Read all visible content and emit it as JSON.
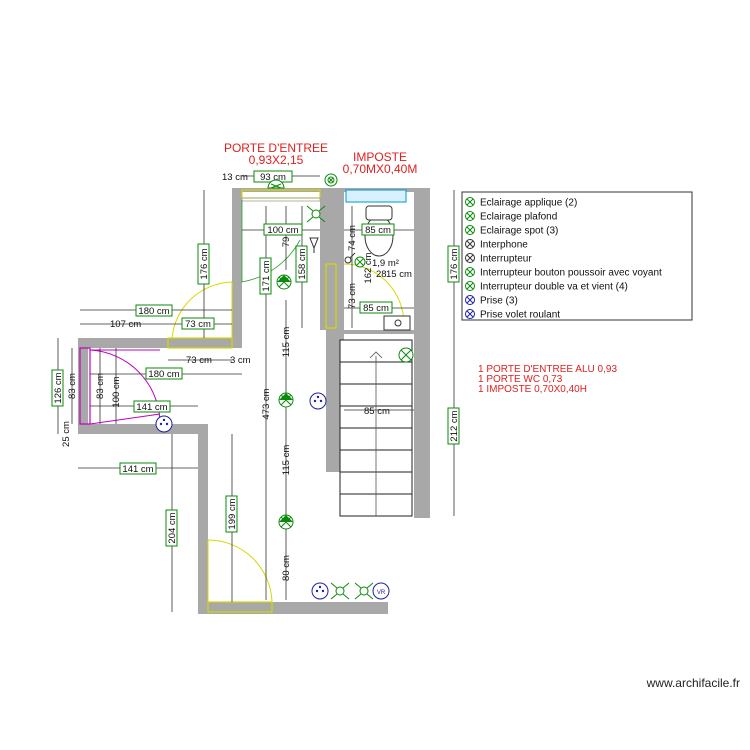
{
  "labels": {
    "porte_entree_title": "PORTE D'ENTREE",
    "porte_entree_size": "0,93X2,15",
    "imposte_title": "IMPOSTE",
    "imposte_size": "0,70MX0,40M"
  },
  "dimensions": {
    "d13": "13 cm",
    "d93": "93 cm",
    "d100": "100 cm",
    "d79": "79",
    "d74": "74 cm",
    "d85a": "85 cm",
    "d176a": "176 cm",
    "d171": "171 cm",
    "d158": "158 cm",
    "d162": "162 cm",
    "d73a": "73 cm",
    "d85b": "85 cm",
    "d180a": "180 cm",
    "d107": "107 cm",
    "d73b": "73 cm",
    "d73c": "73 cm",
    "d3": "3 cm",
    "d180b": "180 cm",
    "d126": "126 cm",
    "d83a": "83 cm",
    "d83b": "83 cm",
    "d100b": "100 cm",
    "d141a": "141 cm",
    "d25": "25 cm",
    "d141b": "141 cm",
    "d115a": "115 cm",
    "d473": "473 cm",
    "d115b": "115 cm",
    "d199": "199 cm",
    "d204": "204 cm",
    "d80": "80 cm",
    "d85c": "85 cm",
    "d176b": "176 cm",
    "d212": "212 cm",
    "area": "1,9 m²",
    "d28": "28",
    "d15": "15 cm"
  },
  "legend": {
    "items": [
      {
        "icon": "wall-light-icon",
        "label": "Eclairage applique (2)"
      },
      {
        "icon": "ceiling-light-icon",
        "label": "Eclairage plafond"
      },
      {
        "icon": "spot-light-icon",
        "label": "Eclairage spot (3)"
      },
      {
        "icon": "intercom-icon",
        "label": "Interphone"
      },
      {
        "icon": "switch-icon",
        "label": "Interrupteur"
      },
      {
        "icon": "push-button-switch-icon",
        "label": "Interrupteur bouton poussoir avec voyant"
      },
      {
        "icon": "double-switch-icon",
        "label": "Interrupteur double va et vient (4)"
      },
      {
        "icon": "socket-icon",
        "label": "Prise (3)"
      },
      {
        "icon": "shutter-socket-icon",
        "label": "Prise volet roulant"
      }
    ]
  },
  "notes": {
    "line1": "1 PORTE D'ENTREE ALU 0,93",
    "line2": "1 PORTE WC 0,73",
    "line3": "1 IMPOSTE 0,70X0,40H"
  },
  "watermark": "www.archifacile.fr",
  "colors": {
    "accent_red": "#e02020",
    "dim_box": "#0a8a0a",
    "wall": "#a8a8a8",
    "door": "#e8e800",
    "swing": "#c000c0"
  }
}
